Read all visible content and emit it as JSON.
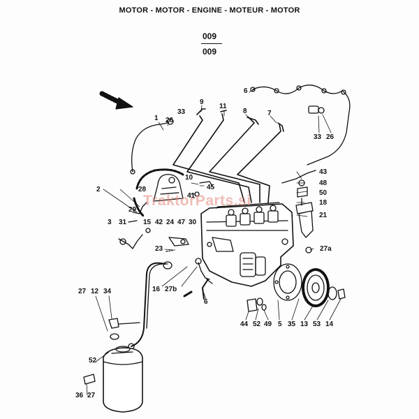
{
  "header": {
    "title": "MOTOR - MOTOR - ENGINE - MOTEUR - MOTOR",
    "code_top": "009",
    "code_bottom": "009"
  },
  "watermark": "TraktorParts.si",
  "colors": {
    "ink": "#111111",
    "watermark": "#e58a7e"
  },
  "callouts": {
    "c1": "1",
    "c2": "2",
    "c3": "3",
    "c5": "5",
    "c6a": "6",
    "c6b": "6",
    "c7": "7",
    "c8": "8",
    "c9": "9",
    "c10": "10",
    "c11": "11",
    "c12": "12",
    "c13": "13",
    "c14": "14",
    "c15": "15",
    "c16": "16",
    "c18": "18",
    "c21": "21",
    "c23": "23",
    "c24": "24",
    "c26a": "26",
    "c26b": "26",
    "c27a": "27",
    "c27b": "27",
    "c27a2": "27a",
    "c27b2": "27b",
    "c28": "28",
    "c29": "29",
    "c30": "30",
    "c31": "31",
    "c33a": "33",
    "c33b": "33",
    "c34": "34",
    "c35": "35",
    "c36": "36",
    "c41": "41",
    "c42": "42",
    "c43": "43",
    "c44": "44",
    "c45": "45",
    "c47": "47",
    "c48": "48",
    "c49": "49",
    "c50": "50",
    "c52a": "52",
    "c52b": "52",
    "c53": "53"
  }
}
